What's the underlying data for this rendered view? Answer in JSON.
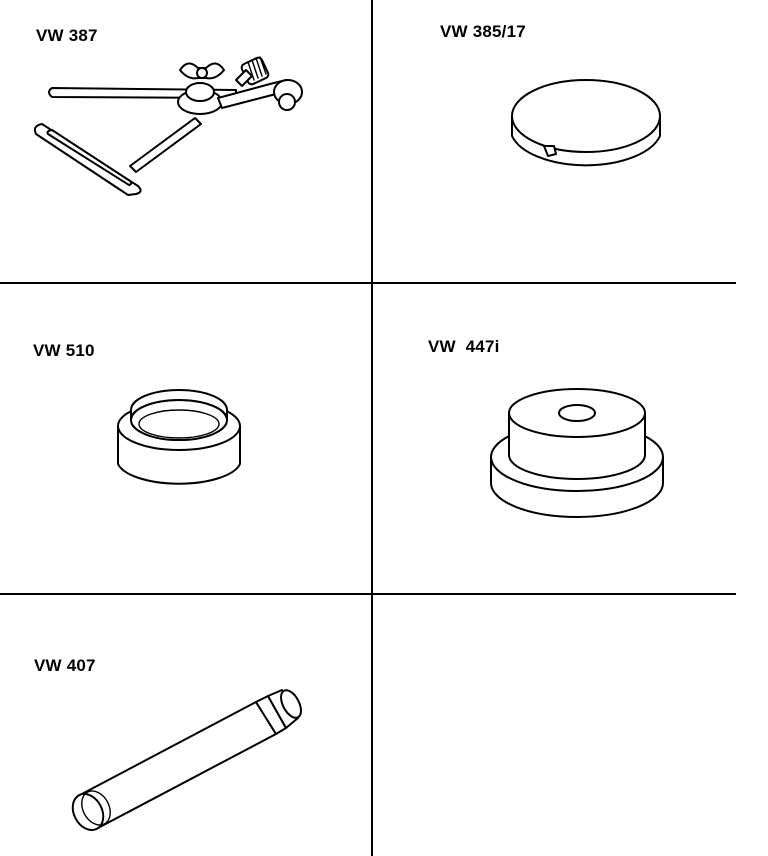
{
  "tools": [
    {
      "id": "tool-vw-387",
      "label": "VW 387"
    },
    {
      "id": "tool-vw-385-17",
      "label": "VW 385/17"
    },
    {
      "id": "tool-vw-510",
      "label": "VW 510"
    },
    {
      "id": "tool-vw-447i",
      "label": "VW  447i"
    },
    {
      "id": "tool-vw-407",
      "label": "VW 407"
    }
  ]
}
